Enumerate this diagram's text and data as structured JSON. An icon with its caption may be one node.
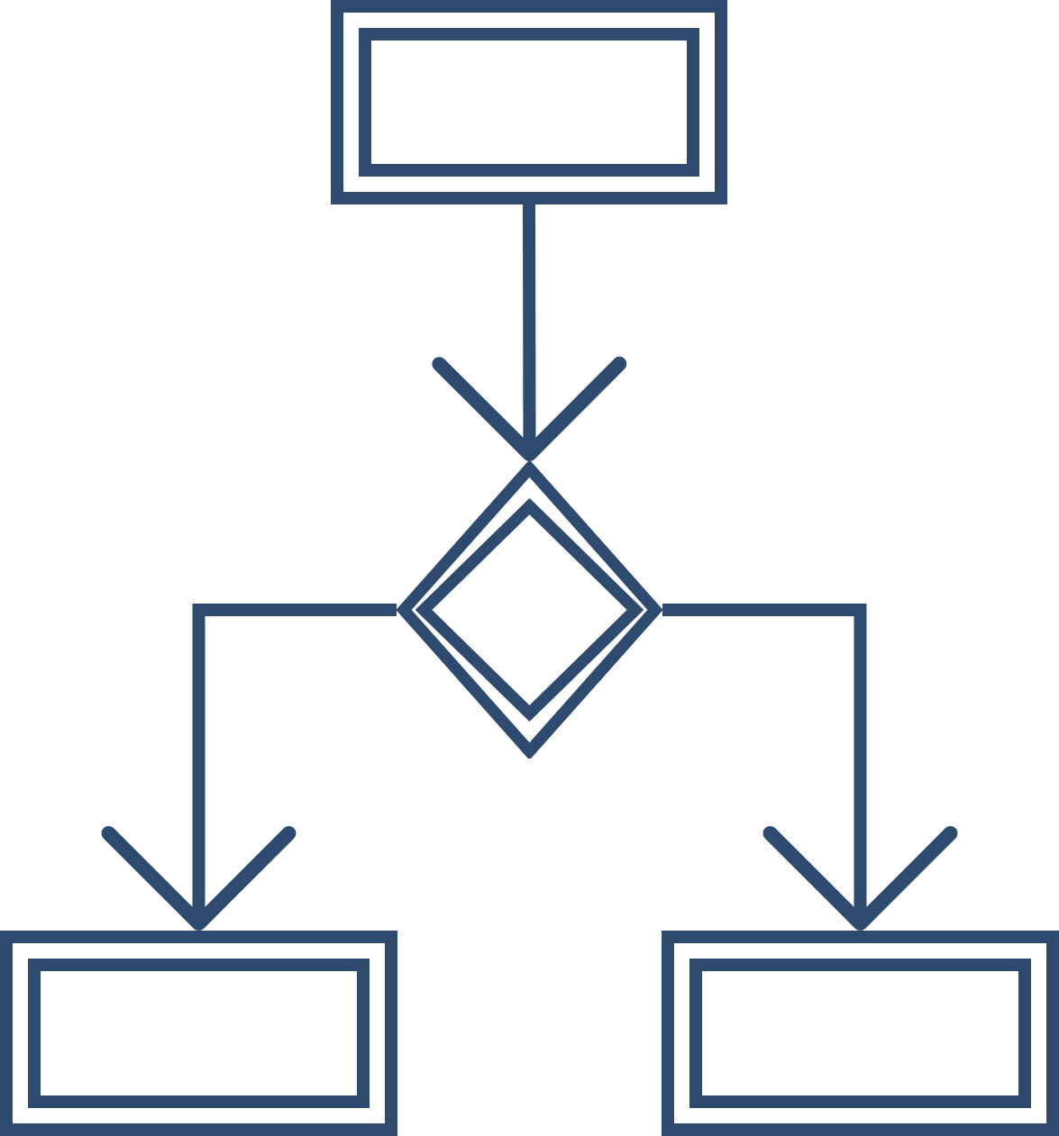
{
  "diagram": {
    "nodes": [
      {
        "text": [],
        "shape": "box"
      },
      {
        "text": [],
        "shape": "diamond"
      },
      {
        "text": [],
        "shape": "box"
      },
      {
        "text": [],
        "shape": "box"
      }
    ],
    "edges": [
      {
        "from": 0,
        "to": 1,
        "arrow": "to"
      },
      {
        "from": 1,
        "to": 2,
        "arrow": "to"
      },
      {
        "from": 1,
        "to": 3,
        "arrow": "to"
      }
    ]
  }
}
